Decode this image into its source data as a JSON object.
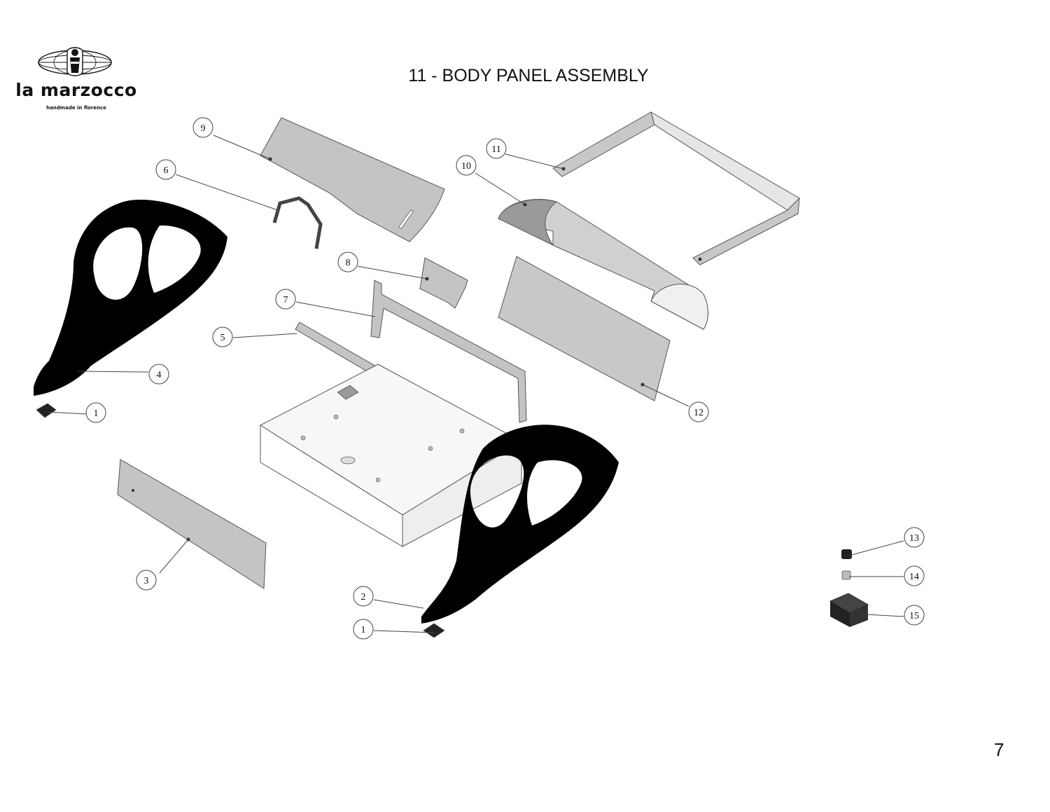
{
  "brand": {
    "name": "la marzocco",
    "tagline": "handmade in florence"
  },
  "page": {
    "title": "11 - BODY PANEL ASSEMBLY",
    "number": "7"
  },
  "callouts": [
    {
      "id": "1a",
      "label": "1"
    },
    {
      "id": "1b",
      "label": "1"
    },
    {
      "id": "2",
      "label": "2"
    },
    {
      "id": "3",
      "label": "3"
    },
    {
      "id": "4",
      "label": "4"
    },
    {
      "id": "5",
      "label": "5"
    },
    {
      "id": "6",
      "label": "6"
    },
    {
      "id": "7",
      "label": "7"
    },
    {
      "id": "8",
      "label": "8"
    },
    {
      "id": "9",
      "label": "9"
    },
    {
      "id": "10",
      "label": "10"
    },
    {
      "id": "11",
      "label": "11"
    },
    {
      "id": "12",
      "label": "12"
    },
    {
      "id": "13",
      "label": "13"
    },
    {
      "id": "14",
      "label": "14"
    },
    {
      "id": "15",
      "label": "15"
    }
  ],
  "colors": {
    "panel_fill": "#c4c4c4",
    "panel_stroke": "#555555",
    "side_panel": "#000000",
    "frame_fill": "#ffffff"
  }
}
